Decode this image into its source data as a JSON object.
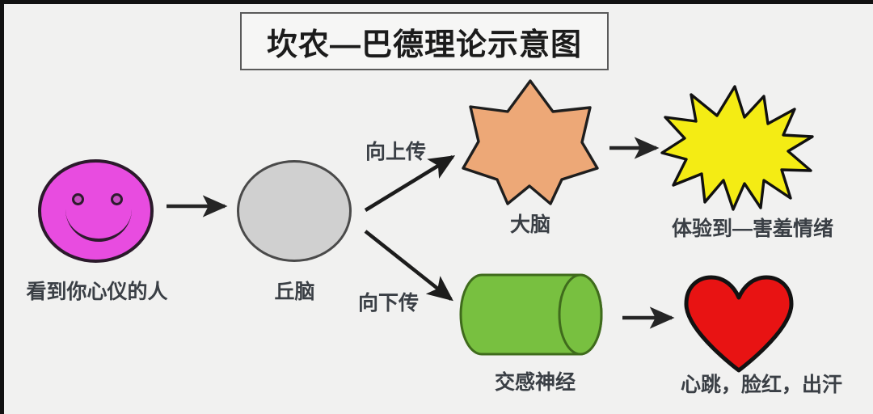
{
  "title": "坎农—巴德理论示意图",
  "nodes": {
    "stimulus": {
      "caption": "看到你心仪的人",
      "icon": "smiley-face-icon",
      "color": "#e84ce0"
    },
    "thalamus": {
      "caption": "丘脑",
      "icon": "ellipse-icon",
      "color": "#d0d0d0"
    },
    "cortex": {
      "caption": "大脑",
      "icon": "seven-point-star-icon",
      "color": "#eda877"
    },
    "emotion": {
      "caption": "体验到—害羞情绪",
      "icon": "explosion-burst-icon",
      "color": "#f4ec14"
    },
    "sympathetic": {
      "caption": "交感神经",
      "icon": "cylinder-icon",
      "color": "#78c040"
    },
    "body": {
      "caption": "心跳，脸红，出汗",
      "icon": "heart-icon",
      "color": "#e81313"
    }
  },
  "edges": {
    "upward": {
      "label": "向上传"
    },
    "downward": {
      "label": "向下传"
    }
  }
}
